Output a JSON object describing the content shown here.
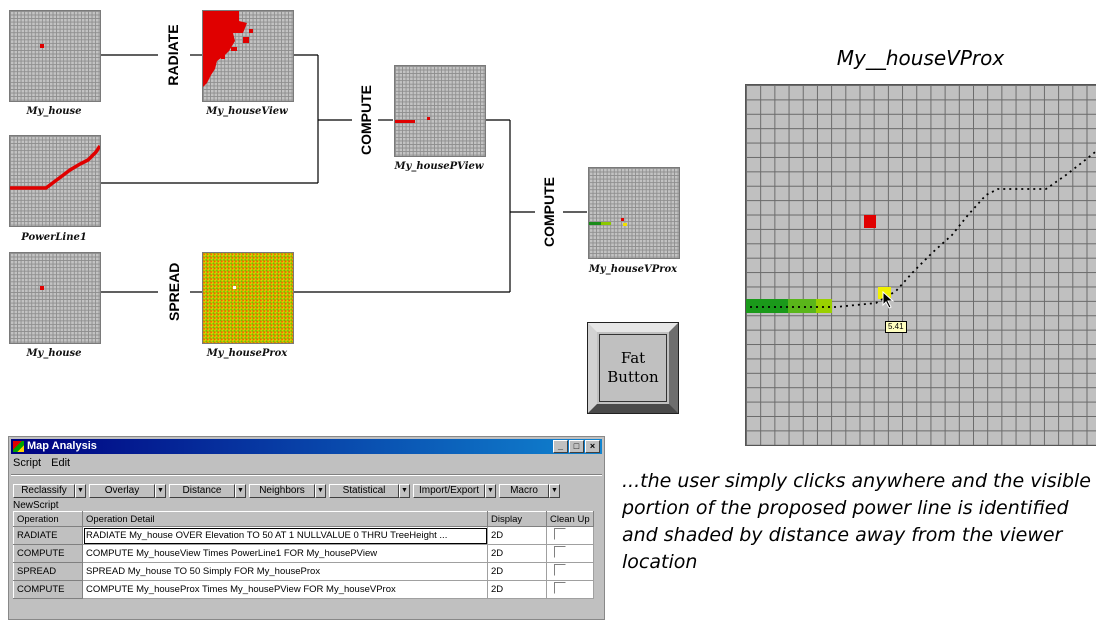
{
  "flow": {
    "labels": {
      "my_house_1": "My_house",
      "my_house_view": "My_houseView",
      "powerline1": "PowerLine1",
      "my_house_pview": "My_housePView",
      "my_house_2": "My_house",
      "my_house_prox": "My_houseProx",
      "my_house_vprox": "My_houseVProx"
    },
    "operations": {
      "radiate": "RADIATE",
      "compute_1": "COMPUTE",
      "compute_2": "COMPUTE",
      "spread": "SPREAD"
    }
  },
  "fat_button": {
    "line1": "Fat",
    "line2": "Button"
  },
  "big_map": {
    "title": "My__houseVProx",
    "distance_readout": "5.41"
  },
  "caption": "...the user simply clicks anywhere and the visible portion of the proposed power line is identified and shaded by distance away from the viewer location",
  "window": {
    "title": "Map Analysis",
    "menu": [
      "Script",
      "Edit"
    ],
    "toolbar": [
      "Reclassify",
      "Overlay",
      "Distance",
      "Neighbors",
      "Statistical",
      "Import/Export",
      "Macro"
    ],
    "script_name": "NewScript",
    "columns": [
      "Operation",
      "Operation Detail",
      "Display",
      "Clean Up"
    ],
    "rows": [
      {
        "op": "RADIATE",
        "detail": "RADIATE My_house OVER Elevation TO 50 AT 1 NULLVALUE 0 THRU TreeHeight ...",
        "display": "2D"
      },
      {
        "op": "COMPUTE",
        "detail": "COMPUTE My_houseView Times PowerLine1 FOR My_housePView",
        "display": "2D"
      },
      {
        "op": "SPREAD",
        "detail": "SPREAD My_house TO 50 Simply FOR My_houseProx",
        "display": "2D"
      },
      {
        "op": "COMPUTE",
        "detail": "COMPUTE My_houseProx Times My_housePView FOR My_houseVProx",
        "display": "2D"
      }
    ]
  },
  "colors": {
    "active_cell": "#e00000",
    "near": "#1a8c1a",
    "far": "#e8e800",
    "title_bar": "#000080"
  }
}
